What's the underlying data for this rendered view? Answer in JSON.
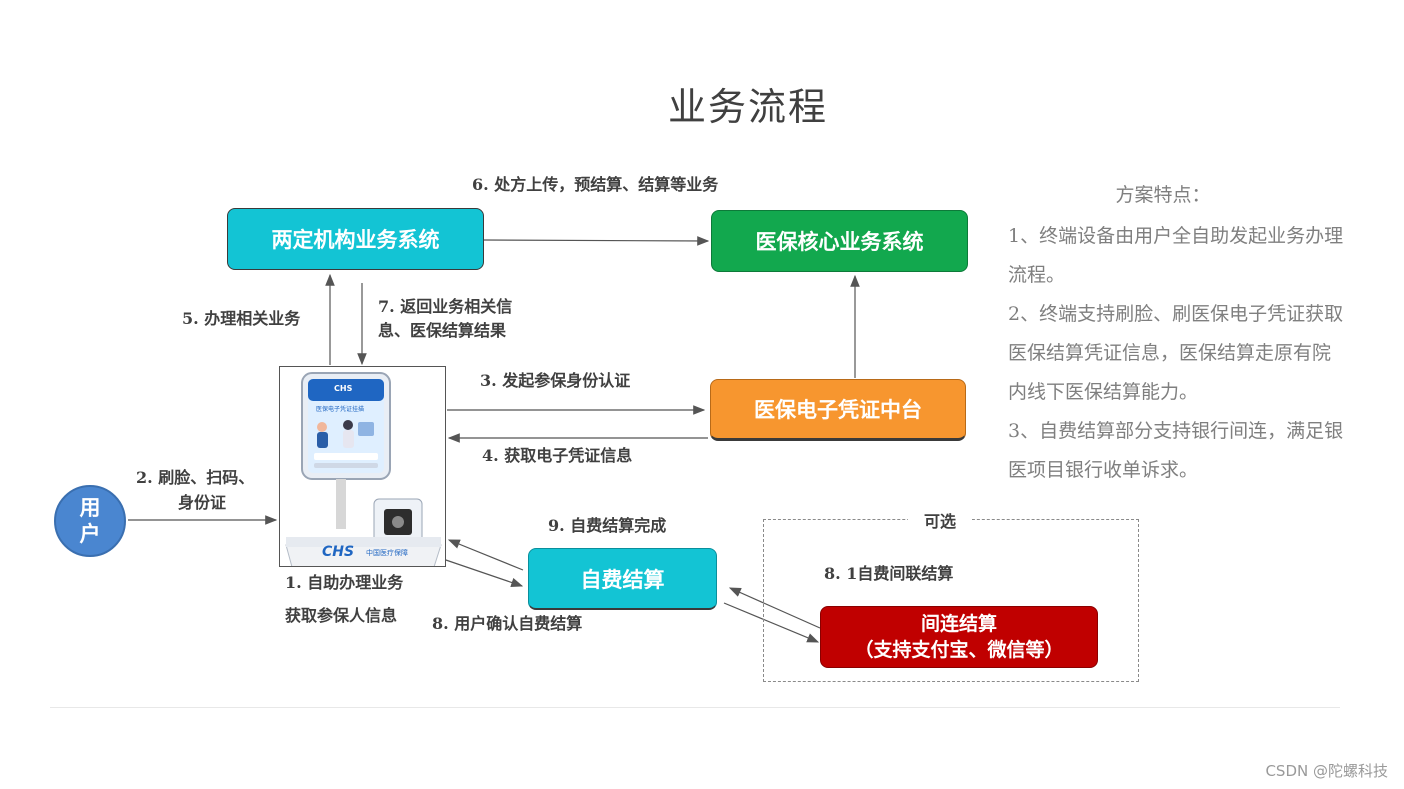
{
  "title": "业务流程",
  "nodes": {
    "two_inst": "两定机构业务系统",
    "core": "医保核心业务系统",
    "voucher": "医保电子凭证中台",
    "selfpay": "自费结算",
    "indirect_line1": "间连结算",
    "indirect_line2": "（支持支付宝、微信等）",
    "user_line1": "用",
    "user_line2": "户"
  },
  "labels": {
    "s6": "6. 处方上传，预结算、结算等业务",
    "s5": "5. 办理相关业务",
    "s7_line1": "7. 返回业务相关信",
    "s7_line2": "息、医保结算结果",
    "s3": "3. 发起参保身份认证",
    "s4": "4. 获取电子凭证信息",
    "s2_line1": "2. 刷脸、扫码、",
    "s2_line2": "身份证",
    "s1_line1": "1. 自助办理业务",
    "s1_line2": "获取参保人信息",
    "s9": "9. 自费结算完成",
    "s8": "8. 用户确认自费结算",
    "s81": "8. 1自费间联结算",
    "optional": "可选"
  },
  "kiosk": {
    "logo": "CHS",
    "screen_text": "医保电子凭证挂描",
    "brand": "CHS",
    "brand_sub": "中国医疗保障"
  },
  "features": {
    "title": "方案特点：",
    "items": [
      "1、终端设备由用户全自助发起业务办理流程。",
      "2、终端支持刷脸、刷医保电子凭证获取医保结算凭证信息，医保结算走原有院内线下医保结算能力。",
      "3、自费结算部分支持银行间连，满足银医项目银行收单诉求。"
    ]
  },
  "watermark": "CSDN @陀螺科技",
  "colors": {
    "cyan": "#13c4d4",
    "green": "#12a84e",
    "orange": "#f7962f",
    "red": "#c00000",
    "user_blue": "#4a86d0"
  }
}
